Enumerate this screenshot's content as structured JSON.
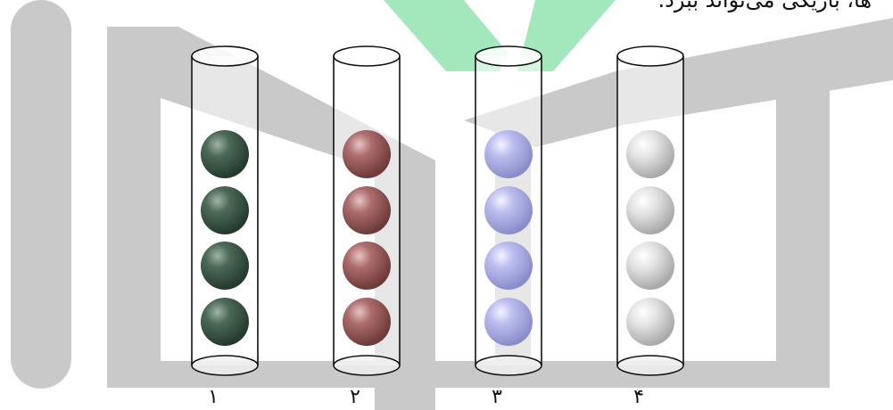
{
  "caption": "ها، باریکی می‌تواند ببرد.",
  "tubes": [
    {
      "label": "۱",
      "ball_color": "#3f5a48",
      "ball_count": 4
    },
    {
      "label": "۲",
      "ball_color": "#a86b6b",
      "ball_count": 4
    },
    {
      "label": "۳",
      "ball_color": "#b7b9ec",
      "ball_count": 4
    },
    {
      "label": "۴",
      "ball_color": "#d9d9d9",
      "ball_count": 4
    }
  ],
  "colors": {
    "watermark_gray": "#c9c9c9",
    "watermark_green": "#9ee7b8",
    "tube_stroke": "#111111"
  }
}
